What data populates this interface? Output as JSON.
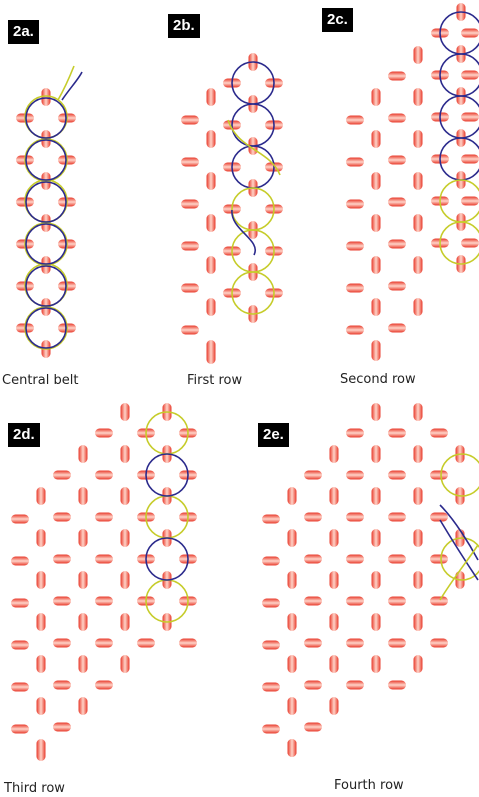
{
  "panels": [
    {
      "badge": "2a.",
      "caption": "Central belt"
    },
    {
      "badge": "2b.",
      "caption": "First row"
    },
    {
      "badge": "2c.",
      "caption": "Second row"
    },
    {
      "badge": "2d.",
      "caption": "Third row"
    },
    {
      "badge": "2e.",
      "caption": "Fourth row"
    }
  ],
  "colors": {
    "bead": "#e8392a",
    "bead_highlight": "#ffd3c8",
    "thread_dark": "#2b2a8c",
    "thread_light": "#c6cc2a"
  }
}
